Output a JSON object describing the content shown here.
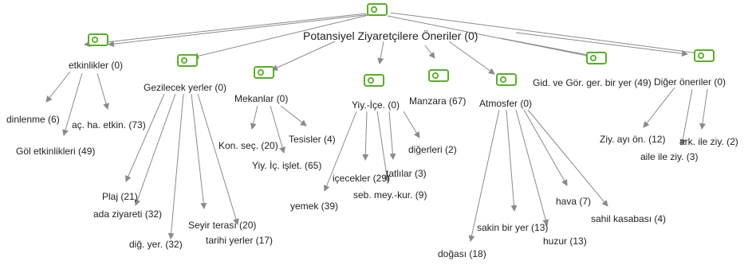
{
  "root": {
    "label": "Potansiyel Ziyaretçilere Öneriler (0)"
  },
  "categories": [
    {
      "label": "etkinlikler (0)",
      "children": [
        "dinlenme (6)",
        "aç. ha. etkin. (73)",
        "Göl etkinlikleri (49)"
      ]
    },
    {
      "label": "Gezilecek yerler (0)",
      "children": [
        "Plaj (21)",
        "ada ziyareti (32)",
        "diğ. yer. (32)",
        "Seyir terası (20)",
        "tarihi yerler (17)"
      ]
    },
    {
      "label": "Mekanlar (0)",
      "children": [
        "Kon. seç. (20)",
        "Yiy. İç. işlet. (65)",
        "Tesisler (4)"
      ]
    },
    {
      "label": "Yiy.-İçe. (0)",
      "children": [
        "yemek (39)",
        "içecekler (29)",
        "seb. mey.-kur. (9)",
        "tatlılar (3)",
        "diğerleri (2)"
      ]
    },
    {
      "label": "Manzara (67)",
      "children": []
    },
    {
      "label": "Atmosfer (0)",
      "children": [
        "doğası (18)",
        "sakin bir yer (13)",
        "huzur (13)",
        "hava (7)",
        "sahil kasabası (4)"
      ]
    },
    {
      "label": "Gid. ve Gör. ger. bir yer (49)",
      "children": []
    },
    {
      "label": "Diğer öneriler (0)",
      "children": [
        "Ziy. ayı ön. (12)",
        "aile ile ziy. (3)",
        "ark. ile ziy. (2)"
      ]
    }
  ],
  "colors": {
    "icon_green": "#5aac2c",
    "edge": "#8a8a8a",
    "text": "#222222"
  }
}
